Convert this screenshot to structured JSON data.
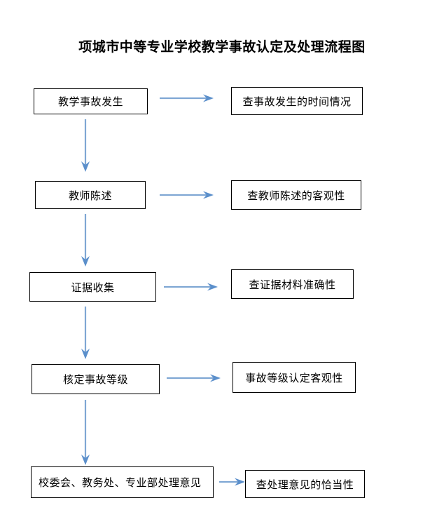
{
  "document": {
    "title": "项城市中等专业学校教学事故认定及处理流程图"
  },
  "colors": {
    "arrow": "#7FA7D4",
    "box_border": "#000000",
    "text": "#000000",
    "background": "#FFFFFF"
  },
  "flow": {
    "rows": [
      {
        "left_label": "教学事故发生",
        "right_label": "查事故发生的时间情况"
      },
      {
        "left_label": "教师陈述",
        "right_label": "查教师陈述的客观性"
      },
      {
        "left_label": "证据收集",
        "right_label": "查证据材料准确性"
      },
      {
        "left_label": "核定事故等级",
        "right_label": "事故等级认定客观性"
      },
      {
        "left_label": "校委会、教务处、专业部处理意见",
        "right_label": "查处理意见的恰当性"
      }
    ],
    "horizontal_arrows": [
      "arrow-right-1",
      "arrow-right-2",
      "arrow-right-3",
      "arrow-right-4",
      "arrow-right-5"
    ],
    "vertical_arrows": [
      "arrow-down-1",
      "arrow-down-2",
      "arrow-down-3",
      "arrow-down-4"
    ]
  }
}
